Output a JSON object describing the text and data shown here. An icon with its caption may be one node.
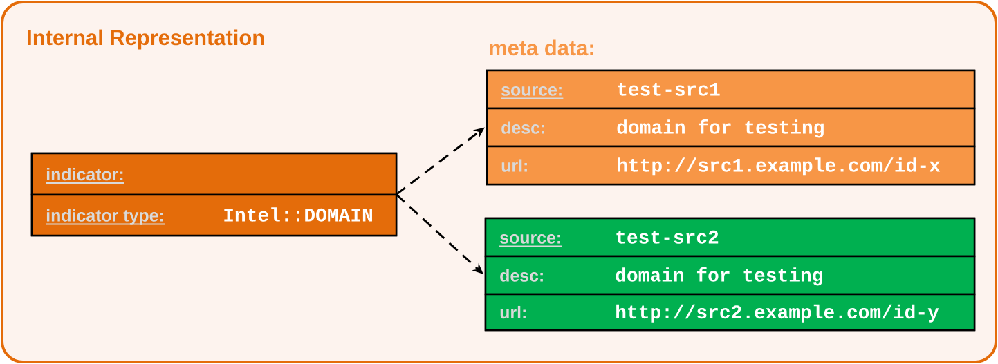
{
  "diagram": {
    "nodes": [
      {
        "text": [
          "Internal Representation"
        ]
      },
      {
        "text": [],
        "shape": "box",
        "in": 0
      },
      {
        "text": [
          "indicator:"
        ],
        "in": 1
      },
      {
        "text": [
          "indicator type:",
          "Intel::DOMAIN"
        ],
        "in": 1
      },
      {
        "text": [
          "meta data:"
        ],
        "in": 0
      },
      {
        "text": [
          "source:",
          "test-src1"
        ],
        "in": 4
      },
      {
        "text": [
          "desc:",
          "domain for testing"
        ],
        "in": 4
      },
      {
        "text": [
          "url:",
          "http://src1.example.com/id-x"
        ],
        "in": 4
      },
      {
        "text": [],
        "shape": "box",
        "in": 0
      },
      {
        "text": [
          "source:",
          "test-src2"
        ],
        "in": 8
      },
      {
        "text": [
          "desc:",
          "domain for testing"
        ],
        "in": 8
      },
      {
        "text": [
          "url:",
          "http://src2.example.com/id-y"
        ],
        "in": 8
      }
    ],
    "edges": [
      {
        "from": 1,
        "to": 4,
        "arrow": "to",
        "style": "dashed"
      },
      {
        "from": 1,
        "to": 8,
        "arrow": "to",
        "style": "dashed"
      }
    ]
  }
}
